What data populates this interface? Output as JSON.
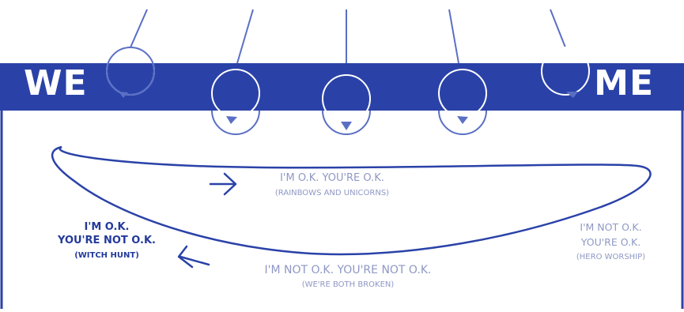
{
  "banner": {
    "left_word": "WE",
    "right_word": "ME",
    "color": "#2a42a8"
  },
  "positions": {
    "top": {
      "title": "I'M O.K. YOU'RE O.K.",
      "subtitle": "(RAINBOWS AND UNICORNS)"
    },
    "left": {
      "line1": "I'M O.K.",
      "line2": "YOU'RE NOT O.K.",
      "subtitle": "(WITCH HUNT)"
    },
    "right": {
      "line1": "I'M NOT O.K.",
      "line2": "YOU'RE O.K.",
      "subtitle": "(HERO WORSHIP)"
    },
    "bottom": {
      "title": "I'M NOT O.K. YOU'RE NOT O.K.",
      "subtitle": "(WE'RE BOTH BROKEN)"
    }
  },
  "colors": {
    "stroke": "#2a42a8",
    "muted_text": "#8f98c4",
    "strong_text": "#233a9a"
  }
}
